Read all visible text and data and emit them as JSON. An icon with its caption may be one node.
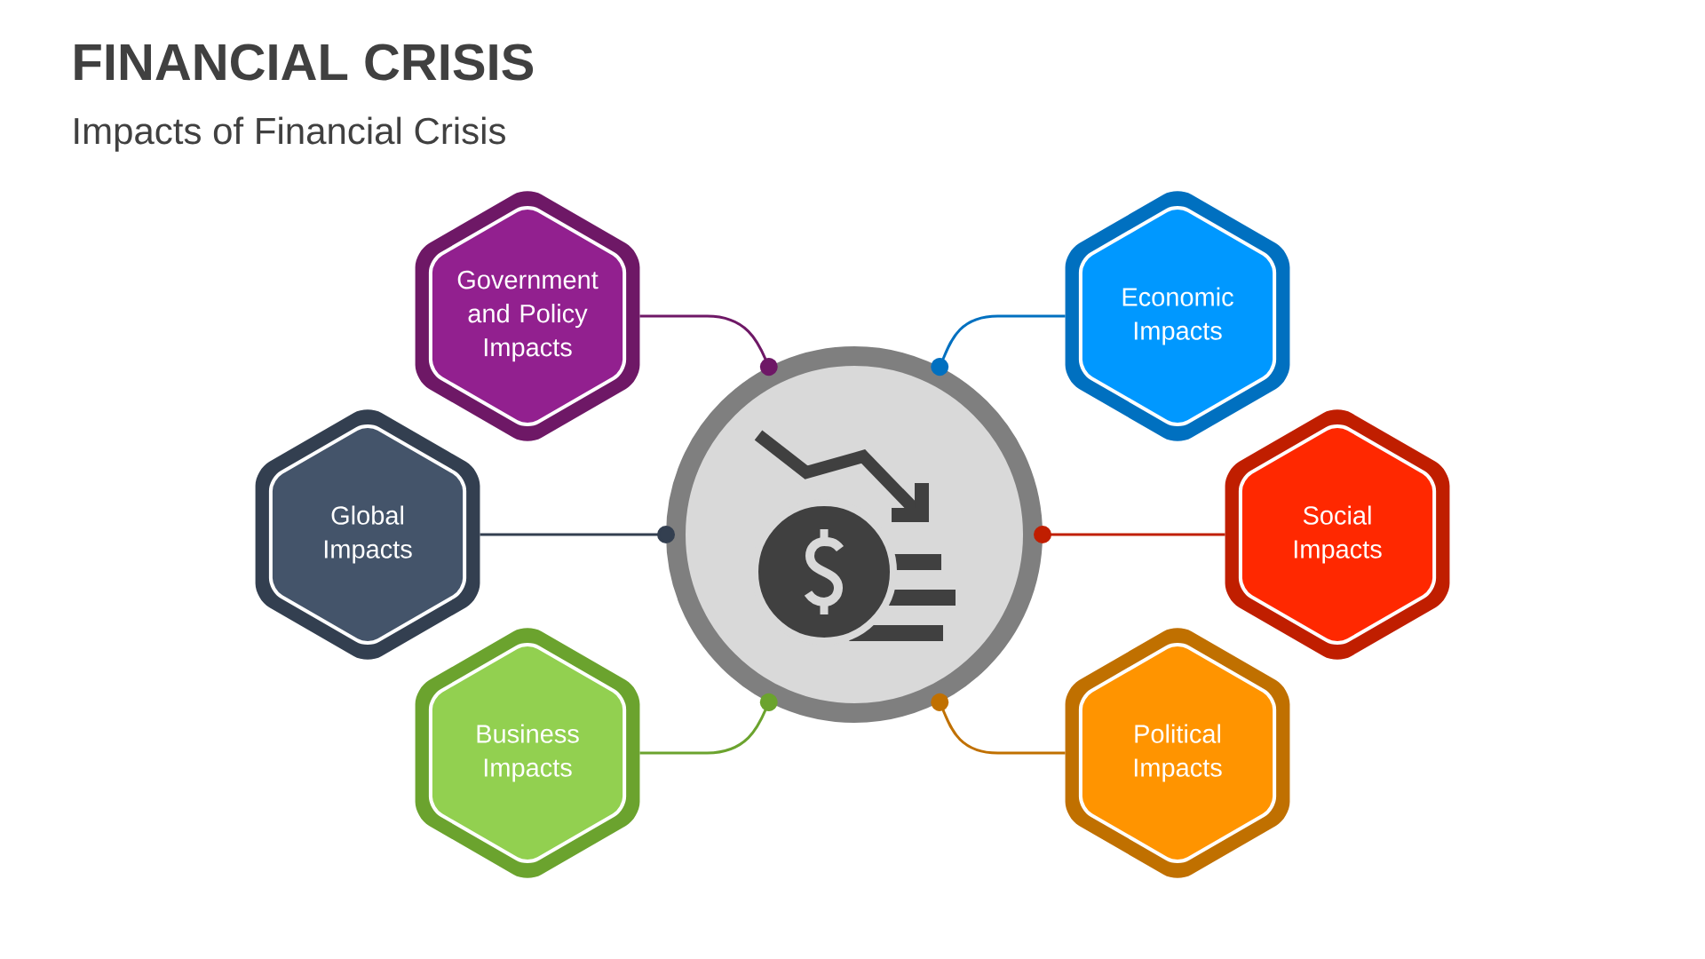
{
  "diagram": {
    "title": "FINANCIAL CRISIS",
    "nodes": [
      {
        "text": [
          "Government and Policy Impacts"
        ]
      },
      {
        "text": [
          "Economic Impacts"
        ]
      },
      {
        "text": [
          "Global Impacts"
        ]
      },
      {
        "text": [],
        "shape": "circle"
      },
      {
        "text": [
          "Social Impacts"
        ]
      },
      {
        "text": [
          "Business Impacts"
        ]
      },
      {
        "text": [
          "Political Impacts"
        ]
      }
    ],
    "edges": [
      {
        "from": 0,
        "to": 3,
        "arrow": "other",
        "color": "#6e1866"
      },
      {
        "from": 1,
        "to": 3,
        "arrow": "other",
        "color": "#0070c0"
      },
      {
        "from": 2,
        "to": 3,
        "arrow": "other",
        "color": "#333f50"
      },
      {
        "from": 4,
        "to": 3,
        "arrow": "other",
        "color": "#c01e00"
      },
      {
        "from": 5,
        "to": 3,
        "arrow": "other",
        "color": "#6ba32e"
      },
      {
        "from": 6,
        "to": 3,
        "arrow": "other",
        "color": "#c07000"
      }
    ],
    "labels": [
      "Impacts of Financial Crisis"
    ]
  }
}
